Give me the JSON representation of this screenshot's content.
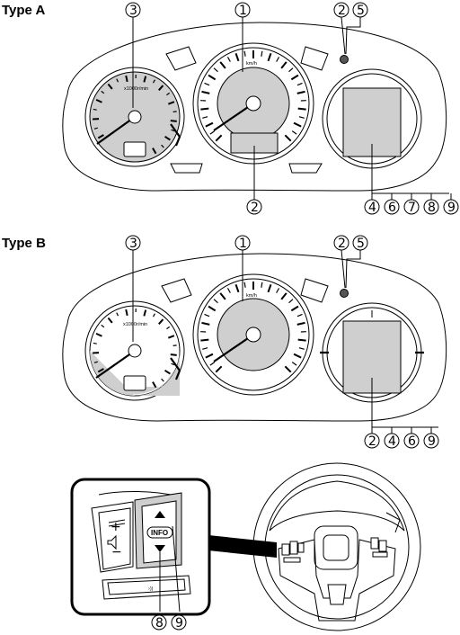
{
  "type_a": {
    "title": "Type A",
    "speedo_unit": "km/h",
    "tacho_unit": "x1000r/min",
    "callouts_top": [
      "3",
      "1",
      "2",
      "5"
    ],
    "callout_center_bottom": "2",
    "callouts_bottom_right": [
      "4",
      "6",
      "7",
      "8",
      "9"
    ]
  },
  "type_b": {
    "title": "Type B",
    "speedo_unit": "km/h",
    "tacho_unit": "x1000r/min",
    "callouts_top": [
      "3",
      "1",
      "2",
      "5"
    ],
    "callouts_bottom_right": [
      "2",
      "4",
      "6",
      "9"
    ]
  },
  "steering": {
    "info_button": "INFO",
    "plus": "+",
    "minus": "−",
    "callouts": [
      "8",
      "9"
    ]
  }
}
